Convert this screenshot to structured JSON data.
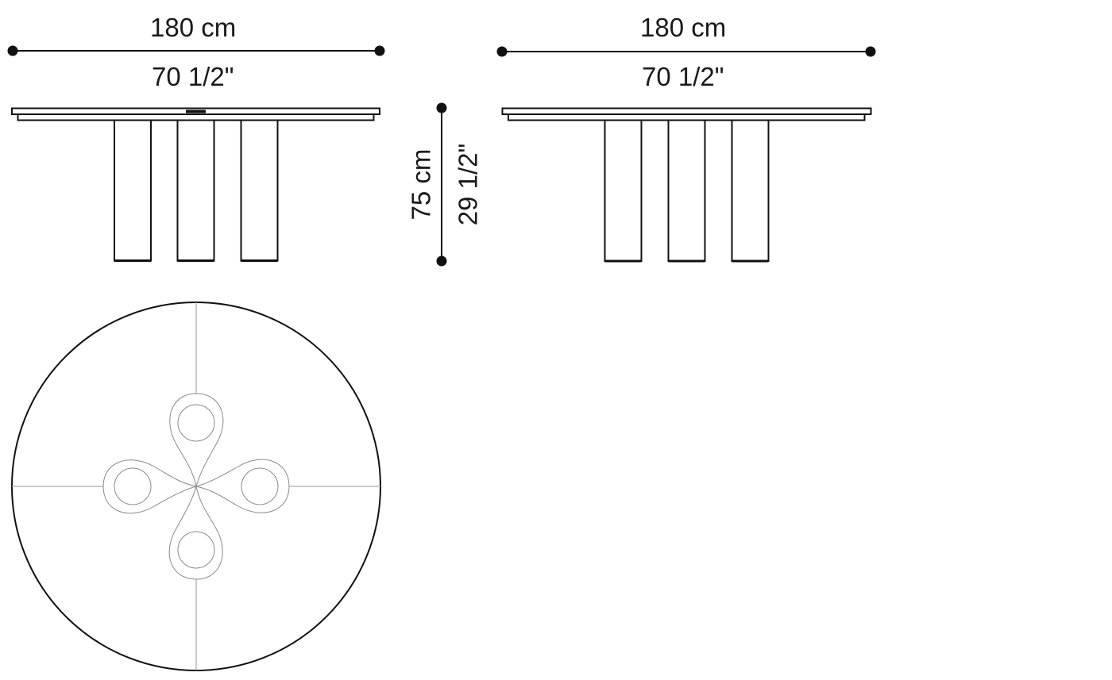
{
  "drawing": {
    "subject": "round dining table",
    "front_view": {
      "width_metric": "180 cm",
      "width_imperial": "70 1/2\"",
      "legs": 3,
      "logo_plate": true
    },
    "side_view": {
      "width_metric": "180 cm",
      "width_imperial": "70 1/2\"",
      "legs": 3
    },
    "height": {
      "metric": "75 cm",
      "imperial": "29 1/2\""
    },
    "top_view": {
      "shape": "circle",
      "base_lobes": 4
    },
    "colors": {
      "line": "#111111",
      "construction_line": "#9a9a9a",
      "background": "#ffffff"
    }
  }
}
